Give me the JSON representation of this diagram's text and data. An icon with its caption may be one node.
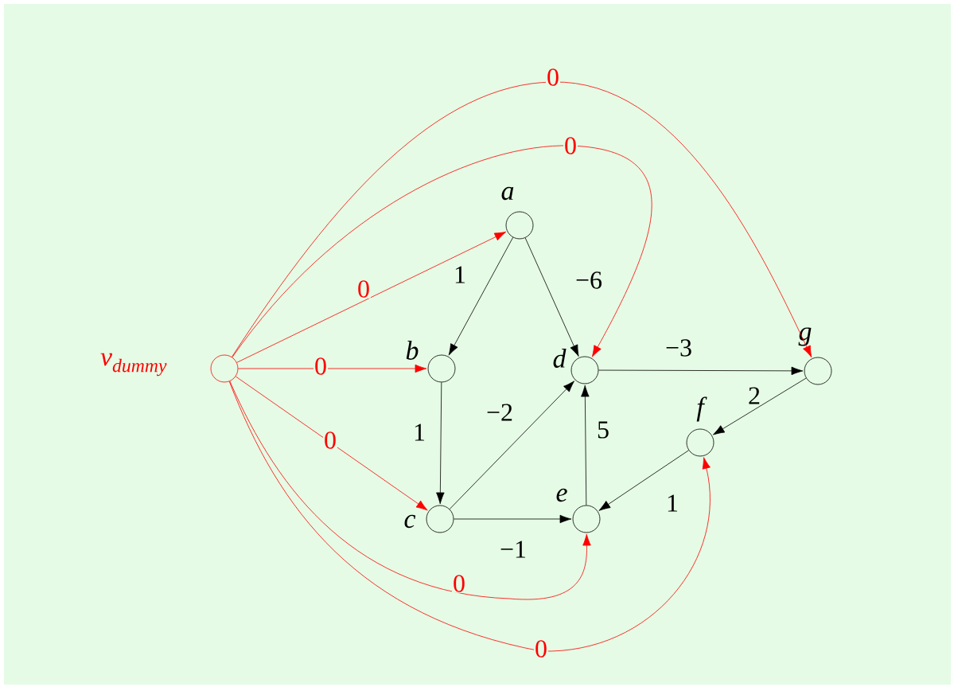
{
  "diagram": {
    "nodes": [
      {
        "text": [
          "v$_{dummy}$"
        ]
      },
      {
        "text": [
          "a"
        ]
      },
      {
        "text": [
          "b"
        ]
      },
      {
        "text": [
          "c"
        ]
      },
      {
        "text": [
          "d"
        ]
      },
      {
        "text": [
          "e"
        ]
      },
      {
        "text": [
          "f"
        ]
      },
      {
        "text": [
          "g"
        ]
      }
    ],
    "edges": [
      {
        "from": 1,
        "to": 2,
        "arrow": "to",
        "label": "1"
      },
      {
        "from": 1,
        "to": 4,
        "arrow": "to",
        "label": "−6"
      },
      {
        "from": 2,
        "to": 3,
        "arrow": "to",
        "label": "1"
      },
      {
        "from": 3,
        "to": 4,
        "arrow": "to",
        "label": "−2"
      },
      {
        "from": 3,
        "to": 5,
        "arrow": "to",
        "label": "−1"
      },
      {
        "from": 5,
        "to": 4,
        "arrow": "to",
        "label": "5"
      },
      {
        "from": 4,
        "to": 7,
        "arrow": "to",
        "label": "−3"
      },
      {
        "from": 7,
        "to": 6,
        "arrow": "to",
        "label": "2"
      },
      {
        "from": 6,
        "to": 5,
        "arrow": "to",
        "label": "1"
      },
      {
        "from": 0,
        "to": 1,
        "arrow": "to",
        "label": "0",
        "color": "#ff0000"
      },
      {
        "from": 0,
        "to": 2,
        "arrow": "to",
        "label": "0",
        "color": "#ff0000"
      },
      {
        "from": 0,
        "to": 3,
        "arrow": "to",
        "label": "0",
        "color": "#ff0000"
      },
      {
        "from": 0,
        "to": 4,
        "arrow": "to",
        "label": "0",
        "color": "#ff0000"
      },
      {
        "from": 0,
        "to": 7,
        "arrow": "to",
        "label": "0",
        "color": "#ff0000"
      },
      {
        "from": 0,
        "to": 5,
        "arrow": "to",
        "label": "0",
        "color": "#ff0000"
      },
      {
        "from": 0,
        "to": 6,
        "arrow": "to",
        "label": "0",
        "color": "#ff0000"
      }
    ]
  }
}
